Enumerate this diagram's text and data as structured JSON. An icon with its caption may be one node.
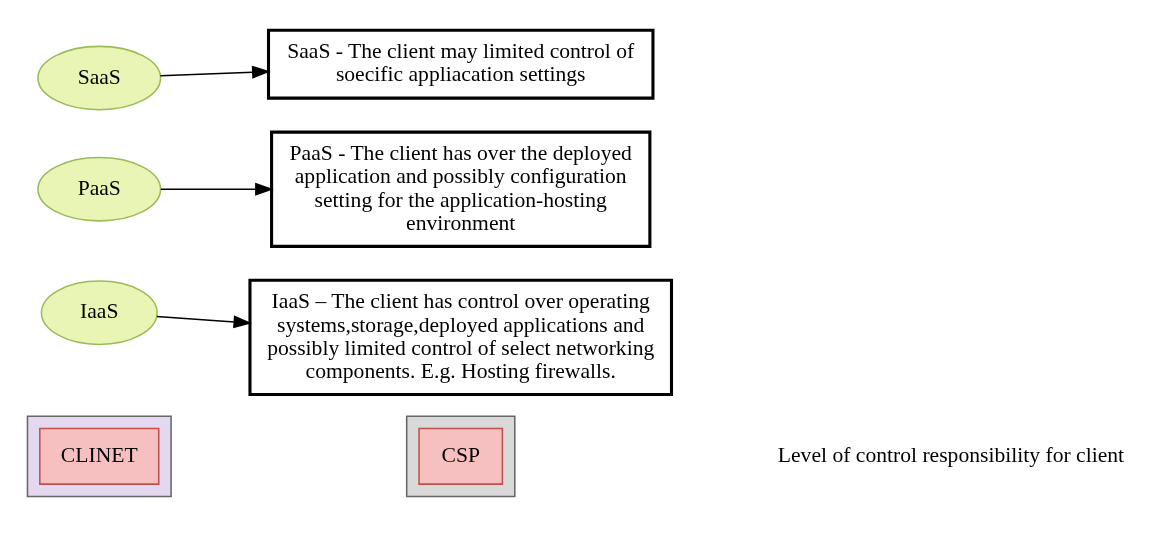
{
  "diagram": {
    "nodes": [
      {
        "text": [],
        "shape": "box"
      },
      {
        "text": [],
        "shape": "box"
      },
      {
        "text": [
          "SaaS"
        ]
      },
      {
        "text": [
          "PaaS"
        ]
      },
      {
        "text": [
          "IaaS"
        ]
      },
      {
        "text": [
          "CLINET"
        ],
        "in": 0
      },
      {
        "text": [
          "CSP"
        ],
        "in": 1
      },
      {
        "text": [
          "SaaS - The client may limited control of soecific appliacation settings"
        ]
      },
      {
        "text": [
          "PaaS - The client has over the deployed application and possibly configuration setting for the application-hosting environment"
        ]
      },
      {
        "text": [
          "IaaS – The client has control over operating systems,storage,deployed applications and possibly limited control of select networking components. E.g. Hosting firewalls."
        ]
      }
    ],
    "edges": [
      {
        "from": 2,
        "to": 7,
        "arrow": "to"
      },
      {
        "from": 3,
        "to": 8,
        "arrow": "to"
      },
      {
        "from": 4,
        "to": 9,
        "arrow": "to"
      }
    ],
    "labels": [
      "Level of control responsibility for client"
    ]
  }
}
